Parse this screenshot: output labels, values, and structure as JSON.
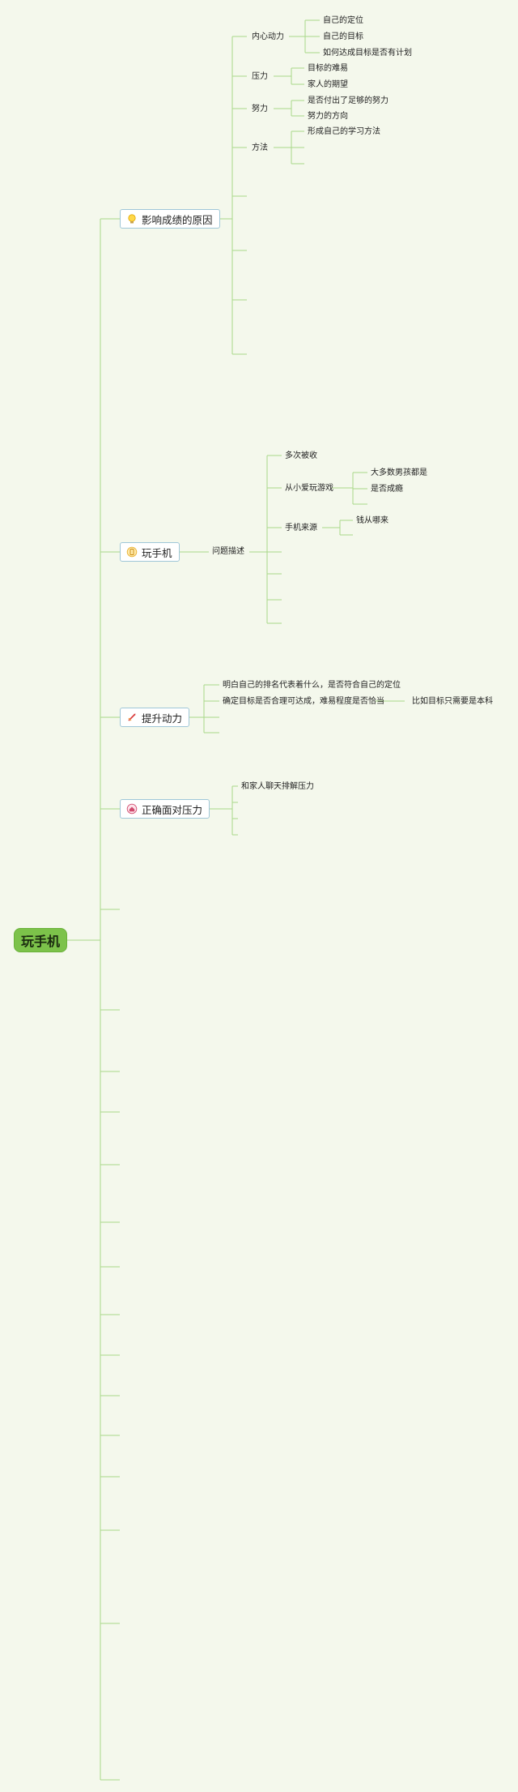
{
  "root": {
    "label": "玩手机"
  },
  "topics": [
    {
      "label": "影响成绩的原因",
      "icon": "lightbulb-icon",
      "children": [
        {
          "label": "内心动力",
          "children": [
            "自己的定位",
            "自己的目标",
            "如何达成目标是否有计划"
          ]
        },
        {
          "label": "压力",
          "children": [
            "目标的难易",
            "家人的期望"
          ]
        },
        {
          "label": "努力",
          "children": [
            "是否付出了足够的努力",
            "努力的方向"
          ]
        },
        {
          "label": "方法",
          "children": [
            "形成自己的学习方法"
          ]
        }
      ]
    },
    {
      "label": "玩手机",
      "icon": "phone-icon",
      "child": "问题描述",
      "grandchildren": [
        {
          "label": "多次被收"
        },
        {
          "label": "从小爱玩游戏",
          "children": [
            "大多数男孩都是",
            "是否成瘾"
          ]
        },
        {
          "label": "手机来源",
          "children": [
            "钱从哪来"
          ]
        }
      ]
    },
    {
      "label": "提升动力",
      "icon": "rocket-icon",
      "children": [
        "明白自己的排名代表着什么，是否符合自己的定位",
        "确定目标是否合理可达成，难易程度是否恰当"
      ],
      "note": "比如目标只需要是本科"
    },
    {
      "label": "正确面对压力",
      "icon": "home-icon",
      "children": [
        "和家人聊天排解压力"
      ]
    }
  ],
  "colors": {
    "line": "#a9d889",
    "root_bg": "#7cc24a",
    "topic_border": "#9fc7d8",
    "background": "#f4f8ec"
  }
}
